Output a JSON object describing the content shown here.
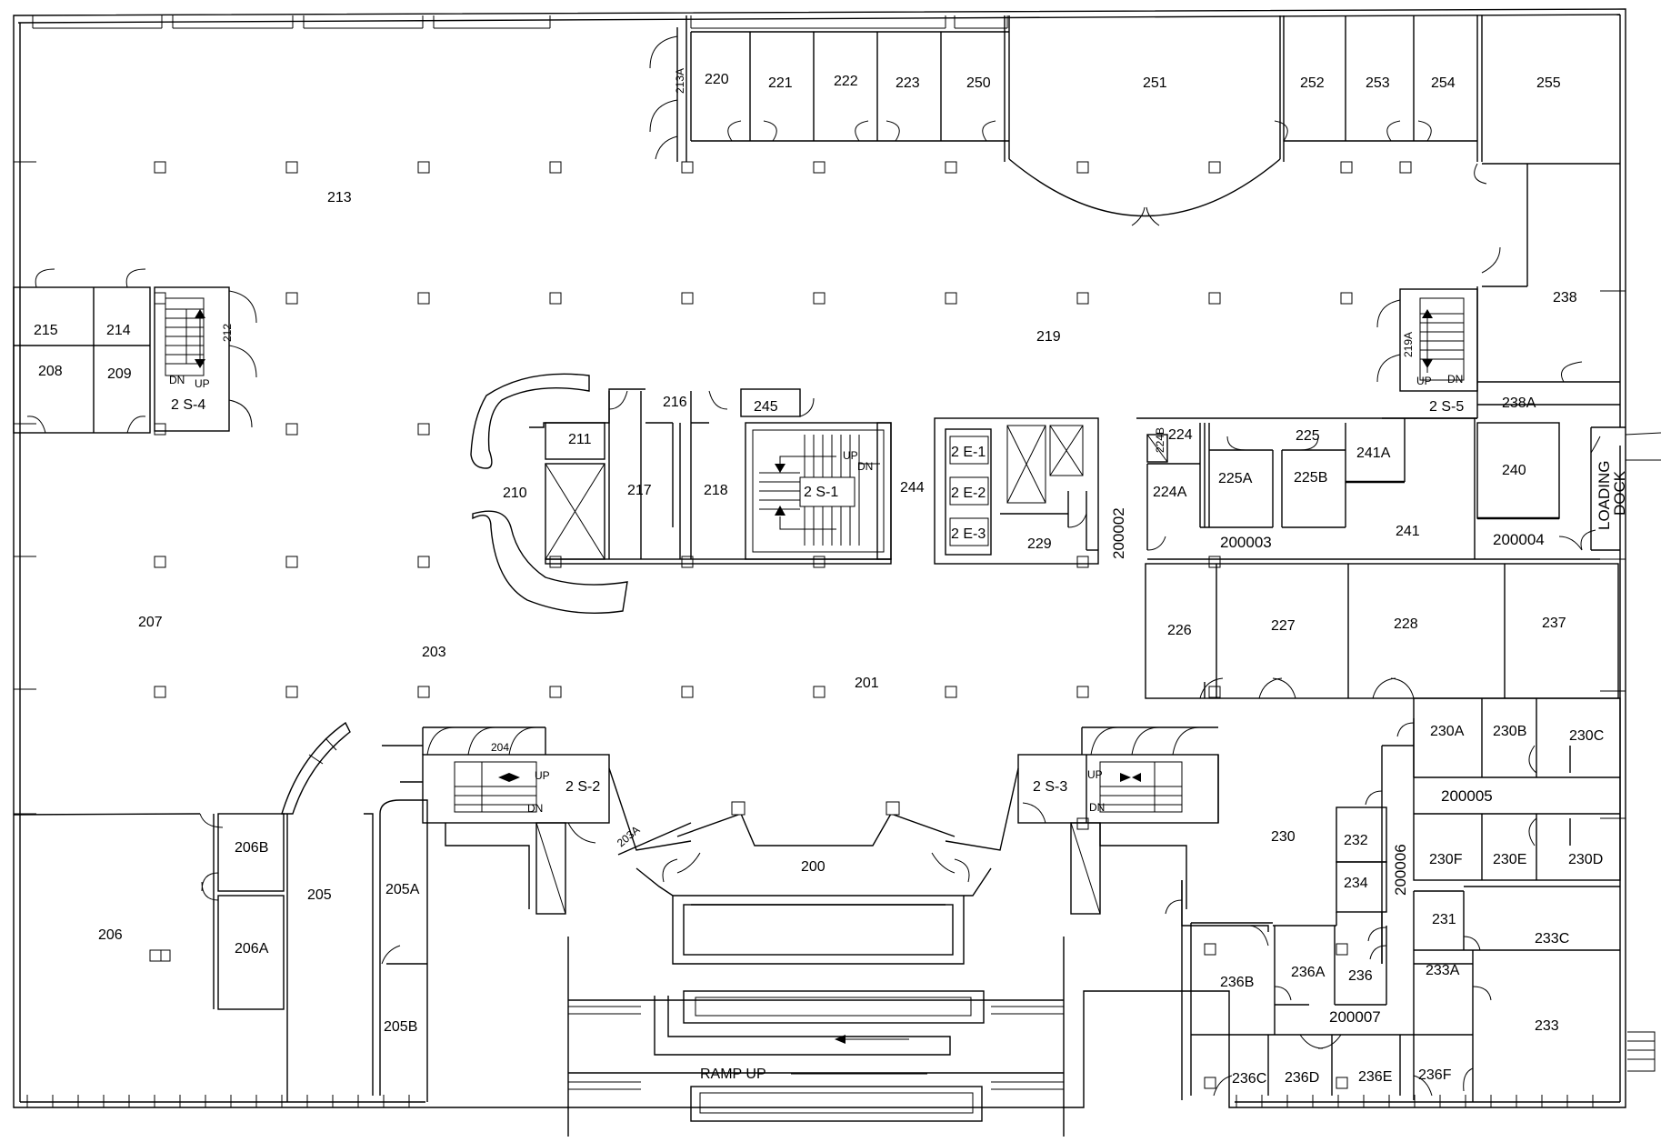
{
  "rooms": [
    {
      "id": "r213",
      "label": "213"
    },
    {
      "id": "r213A",
      "label": "213A"
    },
    {
      "id": "r220",
      "label": "220"
    },
    {
      "id": "r221",
      "label": "221"
    },
    {
      "id": "r222",
      "label": "222"
    },
    {
      "id": "r223",
      "label": "223"
    },
    {
      "id": "r250",
      "label": "250"
    },
    {
      "id": "r251",
      "label": "251"
    },
    {
      "id": "r252",
      "label": "252"
    },
    {
      "id": "r253",
      "label": "253"
    },
    {
      "id": "r254",
      "label": "254"
    },
    {
      "id": "r255",
      "label": "255"
    },
    {
      "id": "r238",
      "label": "238"
    },
    {
      "id": "r238A",
      "label": "238A"
    },
    {
      "id": "r219",
      "label": "219"
    },
    {
      "id": "r219A",
      "label": "219A"
    },
    {
      "id": "r215",
      "label": "215"
    },
    {
      "id": "r214",
      "label": "214"
    },
    {
      "id": "r212",
      "label": "212"
    },
    {
      "id": "r208",
      "label": "208"
    },
    {
      "id": "r209",
      "label": "209"
    },
    {
      "id": "r216",
      "label": "216"
    },
    {
      "id": "r245",
      "label": "245"
    },
    {
      "id": "r211",
      "label": "211"
    },
    {
      "id": "r210",
      "label": "210"
    },
    {
      "id": "r217",
      "label": "217"
    },
    {
      "id": "r218",
      "label": "218"
    },
    {
      "id": "r244",
      "label": "244"
    },
    {
      "id": "r229",
      "label": "229"
    },
    {
      "id": "r200002",
      "label": "200002"
    },
    {
      "id": "r224B",
      "label": "224B"
    },
    {
      "id": "r224",
      "label": "224"
    },
    {
      "id": "r224A",
      "label": "224A"
    },
    {
      "id": "r225",
      "label": "225"
    },
    {
      "id": "r225A",
      "label": "225A"
    },
    {
      "id": "r225B",
      "label": "225B"
    },
    {
      "id": "r241A",
      "label": "241A"
    },
    {
      "id": "r241",
      "label": "241"
    },
    {
      "id": "r240",
      "label": "240"
    },
    {
      "id": "r200003",
      "label": "200003"
    },
    {
      "id": "r200004",
      "label": "200004"
    },
    {
      "id": "r207",
      "label": "207"
    },
    {
      "id": "r203",
      "label": "203"
    },
    {
      "id": "r201",
      "label": "201"
    },
    {
      "id": "r226",
      "label": "226"
    },
    {
      "id": "r227",
      "label": "227"
    },
    {
      "id": "r228",
      "label": "228"
    },
    {
      "id": "r237",
      "label": "237"
    },
    {
      "id": "r204",
      "label": "204"
    },
    {
      "id": "r203A",
      "label": "203A"
    },
    {
      "id": "r230A",
      "label": "230A"
    },
    {
      "id": "r230B",
      "label": "230B"
    },
    {
      "id": "r230C",
      "label": "230C"
    },
    {
      "id": "r200005",
      "label": "200005"
    },
    {
      "id": "r230",
      "label": "230"
    },
    {
      "id": "r230F",
      "label": "230F"
    },
    {
      "id": "r230E",
      "label": "230E"
    },
    {
      "id": "r230D",
      "label": "230D"
    },
    {
      "id": "r232",
      "label": "232"
    },
    {
      "id": "r234",
      "label": "234"
    },
    {
      "id": "r200006",
      "label": "200006"
    },
    {
      "id": "r231",
      "label": "231"
    },
    {
      "id": "r233C",
      "label": "233C"
    },
    {
      "id": "r233A",
      "label": "233A"
    },
    {
      "id": "r233",
      "label": "233"
    },
    {
      "id": "r236B",
      "label": "236B"
    },
    {
      "id": "r236A",
      "label": "236A"
    },
    {
      "id": "r236",
      "label": "236"
    },
    {
      "id": "r200007",
      "label": "200007"
    },
    {
      "id": "r236C",
      "label": "236C"
    },
    {
      "id": "r236D",
      "label": "236D"
    },
    {
      "id": "r236E",
      "label": "236E"
    },
    {
      "id": "r236F",
      "label": "236F"
    },
    {
      "id": "r200",
      "label": "200"
    },
    {
      "id": "r205",
      "label": "205"
    },
    {
      "id": "r205A",
      "label": "205A"
    },
    {
      "id": "r205B",
      "label": "205B"
    },
    {
      "id": "r206",
      "label": "206"
    },
    {
      "id": "r206A",
      "label": "206A"
    },
    {
      "id": "r206B",
      "label": "206B"
    }
  ],
  "stairs": [
    {
      "id": "s4",
      "label": "2 S-4"
    },
    {
      "id": "s5",
      "label": "2 S-5"
    },
    {
      "id": "s1",
      "label": "2 S-1"
    },
    {
      "id": "s2",
      "label": "2 S-2"
    },
    {
      "id": "s3",
      "label": "2 S-3"
    }
  ],
  "elevators": [
    {
      "id": "e1",
      "label": "2 E-1"
    },
    {
      "id": "e2",
      "label": "2 E-2"
    },
    {
      "id": "e3",
      "label": "2 E-3"
    }
  ],
  "stair_marks": {
    "up": "UP",
    "down": "DN"
  },
  "loading_dock": {
    "line1": "LOADING",
    "line2": "DOCK"
  },
  "ramp": {
    "label": "RAMP UP"
  }
}
